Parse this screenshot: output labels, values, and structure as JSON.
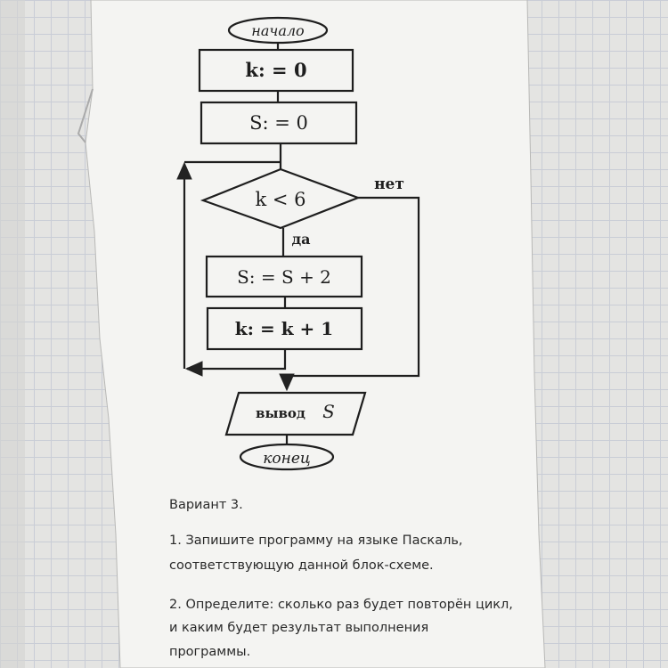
{
  "flowchart": {
    "start": "начало",
    "init_k": "k: = 0",
    "init_s": "S: = 0",
    "condition": "k < 6",
    "yes_label": "да",
    "no_label": "нет",
    "step_s": "S: = S + 2",
    "step_k": "k: = k + 1",
    "output": "вывод",
    "output_var": "S",
    "end": "конец"
  },
  "task": {
    "variant": "Вариант 3.",
    "q1_line1": "1. Запишите программу на языке Паскаль,",
    "q1_line2": "соответствующую данной блок-схеме.",
    "q2_line1": "2. Определите: сколько раз будет повторён цикл,",
    "q2_line2": "и каким будет результат  выполнения",
    "q2_line3": "программы."
  }
}
